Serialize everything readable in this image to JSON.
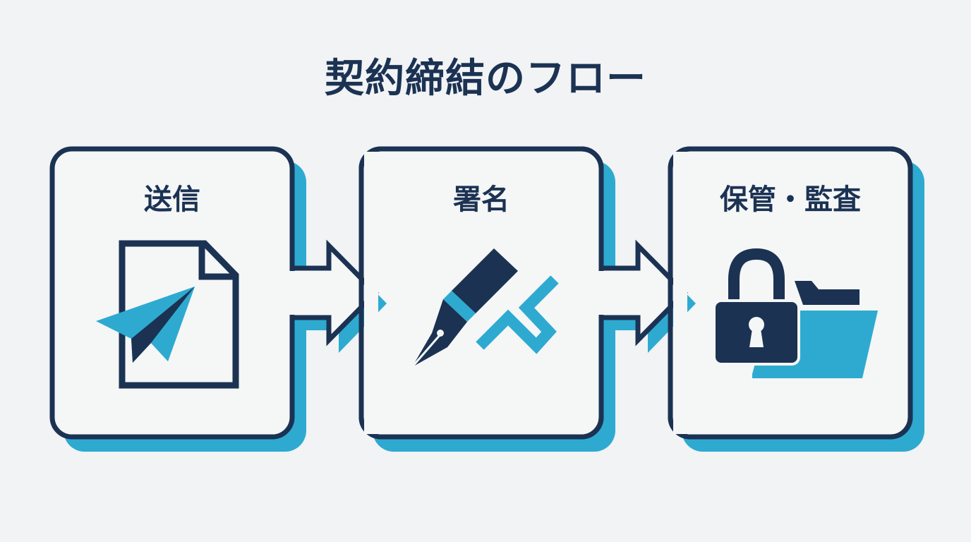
{
  "title": "契約締結のフロー",
  "colors": {
    "navy": "#1b3253",
    "accent": "#2eaad1",
    "box_fill": "#f5f6f6",
    "background": "#f1f3f4"
  },
  "steps": [
    {
      "label": "送信",
      "icon": "paper-plane-document-icon"
    },
    {
      "label": "署名",
      "icon": "fountain-pen-checkmark-icon"
    },
    {
      "label": "保管・監査",
      "icon": "padlock-folder-icon"
    }
  ]
}
